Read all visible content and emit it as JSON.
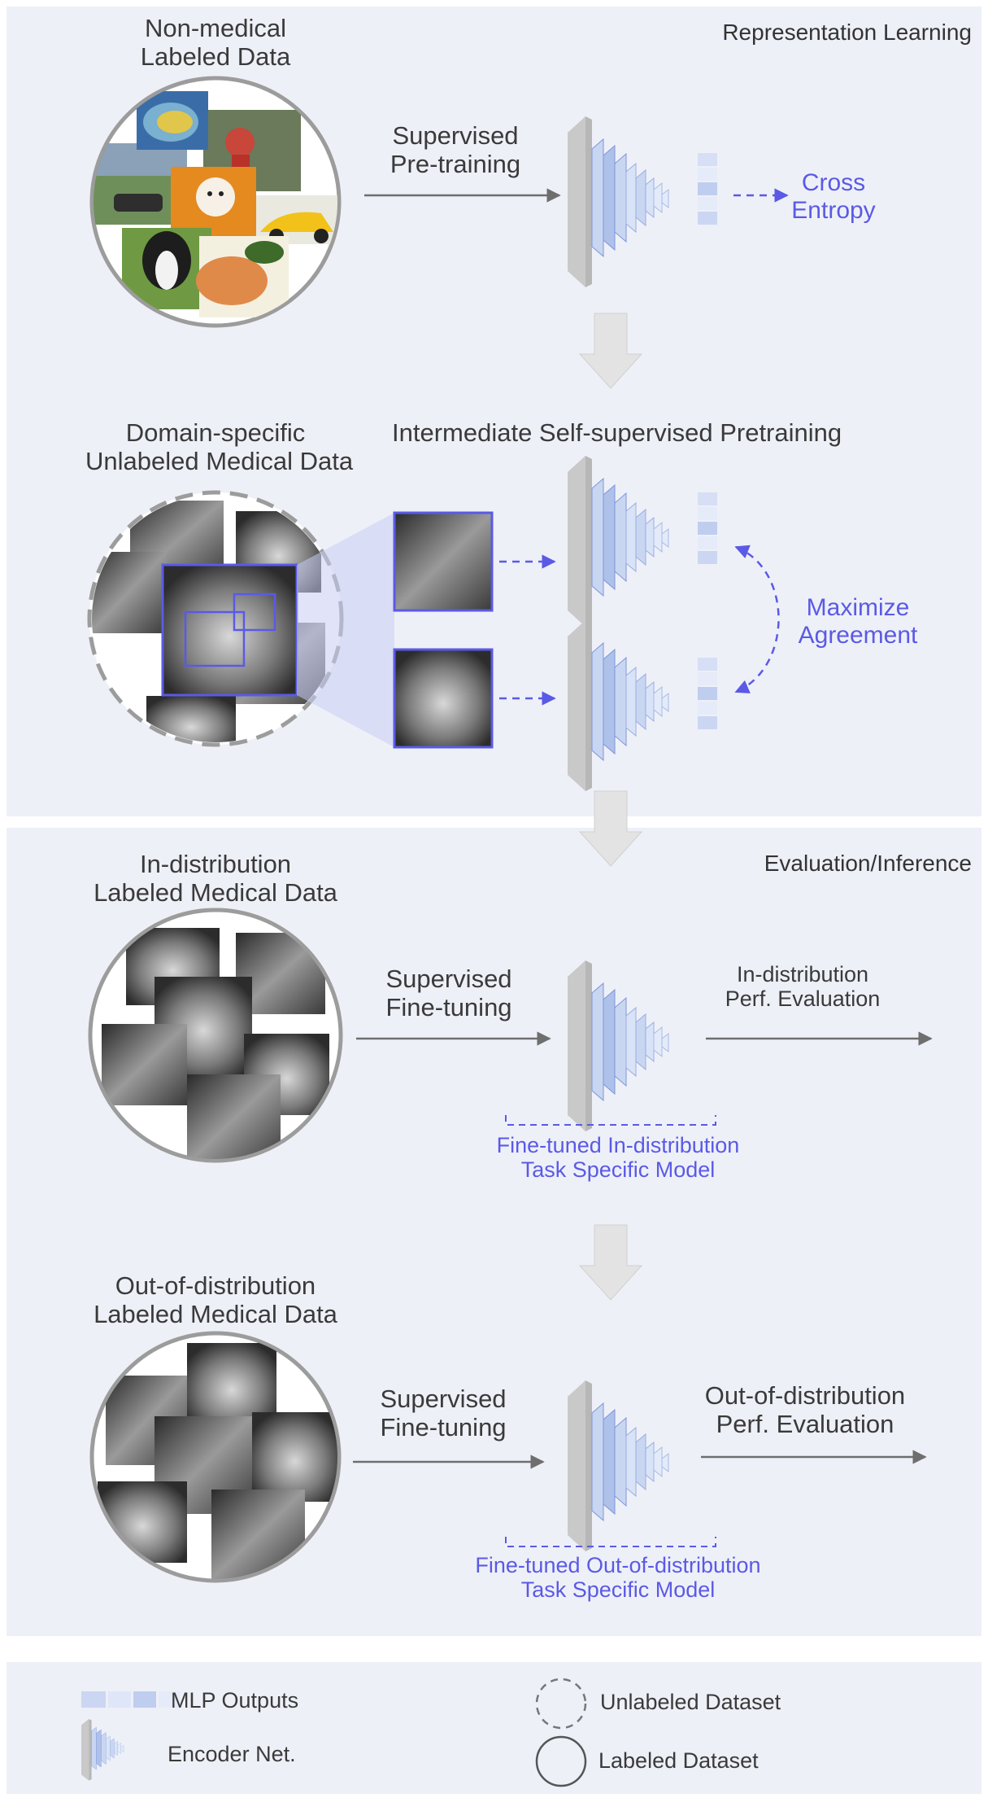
{
  "sections": {
    "rep_learning": "Representation Learning",
    "eval_inference": "Evaluation/Inference"
  },
  "stage1": {
    "data_title_line1": "Non-medical",
    "data_title_line2": "Labeled Data",
    "arrow_line1": "Supervised",
    "arrow_line2": "Pre-training",
    "loss_line1": "Cross",
    "loss_line2": "Entropy"
  },
  "stage2": {
    "data_title_line1": "Domain-specific",
    "data_title_line2": "Unlabeled Medical Data",
    "heading": "Intermediate Self-supervised Pretraining",
    "objective_line1": "Maximize",
    "objective_line2": "Agreement"
  },
  "stage3": {
    "data_title_line1": "In-distribution",
    "data_title_line2": "Labeled  Medical Data",
    "arrow_line1": "Supervised",
    "arrow_line2": "Fine-tuning",
    "eval_line1": "In-distribution",
    "eval_line2": "Perf. Evaluation",
    "model_line1": "Fine-tuned In-distribution",
    "model_line2": "Task Specific Model"
  },
  "stage4": {
    "data_title_line1": "Out-of-distribution",
    "data_title_line2": "Labeled Medical Data",
    "arrow_line1": "Supervised",
    "arrow_line2": "Fine-tuning",
    "eval_line1": "Out-of-distribution",
    "eval_line2": "Perf. Evaluation",
    "model_line1": "Fine-tuned Out-of-distribution",
    "model_line2": "Task Specific Model"
  },
  "legend": {
    "mlp": "MLP Outputs",
    "encoder": "Encoder Net.",
    "unlabeled": "Unlabeled Dataset",
    "labeled": "Labeled Dataset"
  },
  "colors": {
    "panel_bg": "#eef0f8",
    "accent_blue": "#5a5ae6",
    "arrow_gray": "#6e6e6e",
    "big_arrow": "#e6e6e6"
  }
}
